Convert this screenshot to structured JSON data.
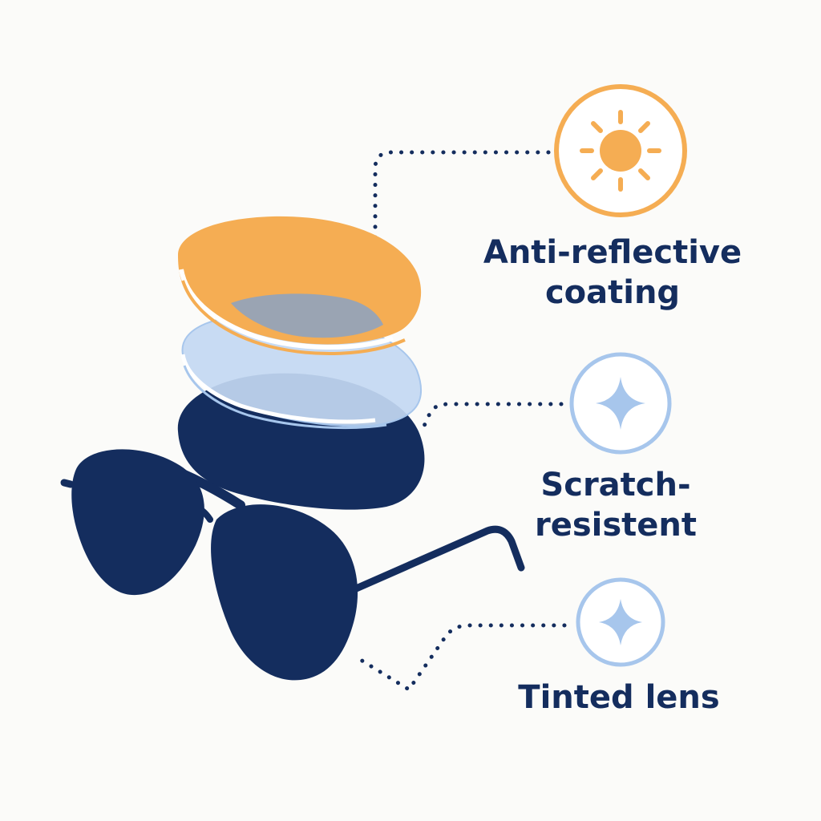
{
  "features": [
    {
      "id": "anti-reflective",
      "lines": [
        "Anti-reflective",
        "coating"
      ],
      "icon": "sun-icon",
      "color": "#f5ad53"
    },
    {
      "id": "scratch-resistant",
      "lines": [
        "Scratch-",
        "resistent"
      ],
      "icon": "sparkle-icon",
      "color": "#a7c6ec"
    },
    {
      "id": "tinted",
      "lines": [
        "Tinted lens"
      ],
      "icon": "sparkle-icon",
      "color": "#a7c6ec"
    }
  ],
  "colors": {
    "navy": "#142d5e",
    "orange": "#f5ad53",
    "light_blue": "#a7c6ec",
    "background": "#fbfbf9"
  }
}
